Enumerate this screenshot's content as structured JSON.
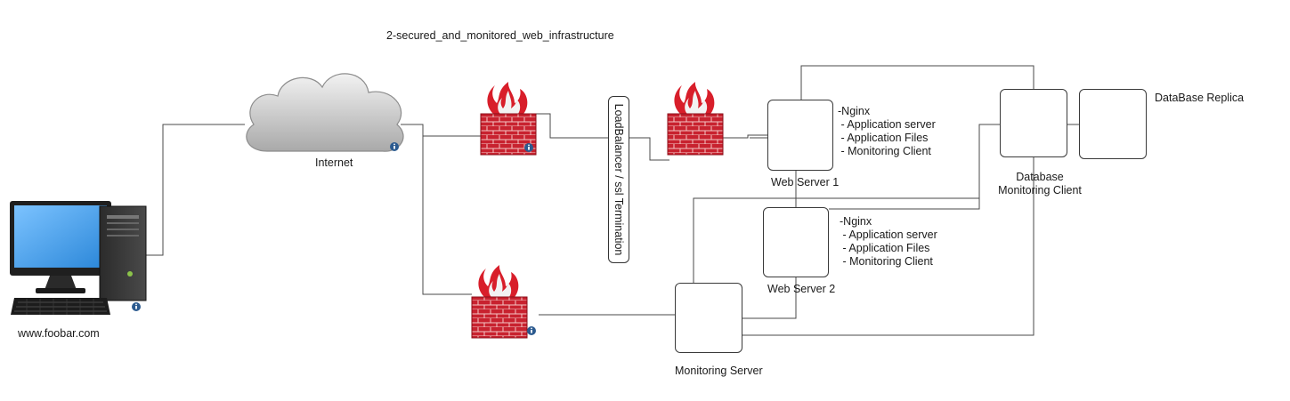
{
  "title": "2-secured_and_monitored_web_infrastructure",
  "client": {
    "label": "www.foobar.com",
    "icon": "desktop-computer-icon"
  },
  "internet": {
    "label": "Internet",
    "icon": "cloud-icon"
  },
  "firewalls": [
    {
      "name": "firewall-1",
      "icon": "firewall-icon"
    },
    {
      "name": "firewall-2",
      "icon": "firewall-icon"
    },
    {
      "name": "firewall-3",
      "icon": "firewall-icon"
    }
  ],
  "load_balancer": {
    "label": "LoadBalancer / ssl Termination"
  },
  "web_server_1": {
    "label": "Web Server 1",
    "components": [
      "-Nginx",
      " - Application server",
      " - Application Files",
      " - Monitoring Client"
    ]
  },
  "web_server_2": {
    "label": "Web Server 2",
    "components": [
      "-Nginx",
      " - Application server",
      " - Application Files",
      " - Monitoring Client"
    ]
  },
  "database": {
    "label_line1": "Database",
    "label_line2": "Monitoring Client"
  },
  "replica": {
    "label": "DataBase Replica"
  },
  "monitoring_server": {
    "label": "Monitoring Server"
  },
  "colors": {
    "line": "#4a4a4a",
    "brick": "#c8222f",
    "flame": "#d81e2a",
    "info": "#2b5a8f",
    "screen": "#3d9be9"
  }
}
